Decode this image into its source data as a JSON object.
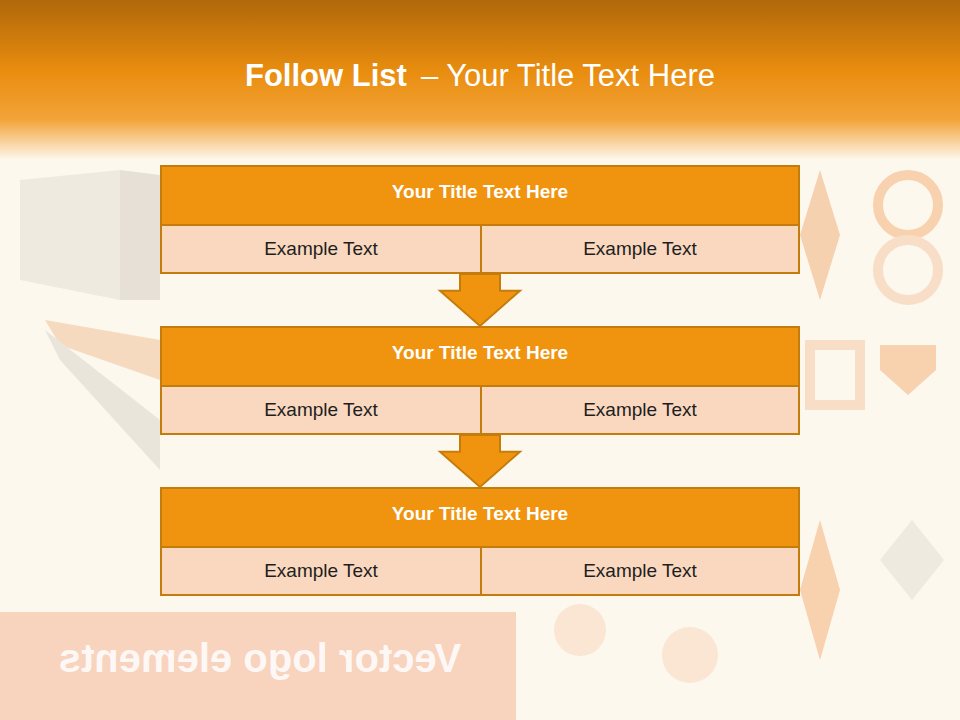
{
  "diagram": {
    "title": "Follow List",
    "nodes": [
      {
        "text": [
          "Your Title Text Here"
        ]
      },
      {
        "text": [
          "Example Text"
        ],
        "in": 0
      },
      {
        "text": [
          "Example Text"
        ],
        "in": 0
      },
      {
        "text": [
          "Your Title Text Here"
        ]
      },
      {
        "text": [
          "Example Text"
        ],
        "in": 3
      },
      {
        "text": [
          "Example Text"
        ],
        "in": 3
      },
      {
        "text": [
          "Your Title Text Here"
        ]
      },
      {
        "text": [
          "Example Text"
        ],
        "in": 6
      },
      {
        "text": [
          "Example Text"
        ],
        "in": 6
      }
    ],
    "edges": [
      {
        "from": 0,
        "to": 3,
        "arrow": "to"
      },
      {
        "from": 3,
        "to": 6,
        "arrow": "to"
      }
    ],
    "labels": [
      "– Your Title Text Here",
      "Vector logo elements"
    ]
  }
}
